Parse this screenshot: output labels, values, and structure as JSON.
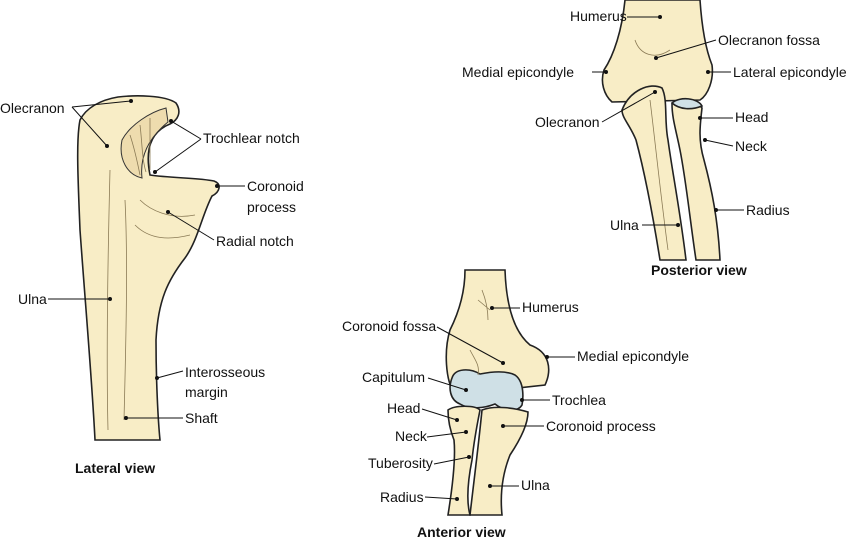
{
  "lateral_view": {
    "title": "Lateral view",
    "labels": {
      "olecranon": "Olecranon",
      "trochlear_notch": "Trochlear notch",
      "coronoid_process_1": "Coronoid",
      "coronoid_process_2": "process",
      "radial_notch": "Radial notch",
      "ulna": "Ulna",
      "interosseous_margin_1": "Interosseous",
      "interosseous_margin_2": "margin",
      "shaft": "Shaft"
    }
  },
  "posterior_view": {
    "title": "Posterior view",
    "labels": {
      "humerus": "Humerus",
      "olecranon_fossa": "Olecranon fossa",
      "medial_epicondyle": "Medial epicondyle",
      "lateral_epicondyle": "Lateral epicondyle",
      "head": "Head",
      "olecranon": "Olecranon",
      "neck": "Neck",
      "radius": "Radius",
      "ulna": "Ulna"
    }
  },
  "anterior_view": {
    "title": "Anterior view",
    "labels": {
      "humerus": "Humerus",
      "coronoid_fossa": "Coronoid fossa",
      "medial_epicondyle": "Medial epicondyle",
      "capitulum": "Capitulum",
      "trochlea": "Trochlea",
      "head": "Head",
      "coronoid_process": "Coronoid process",
      "neck": "Neck",
      "tuberosity": "Tuberosity",
      "ulna": "Ulna",
      "radius": "Radius"
    }
  },
  "colors": {
    "bone": "#f8edc6",
    "cartilage": "#cfe0e6"
  }
}
